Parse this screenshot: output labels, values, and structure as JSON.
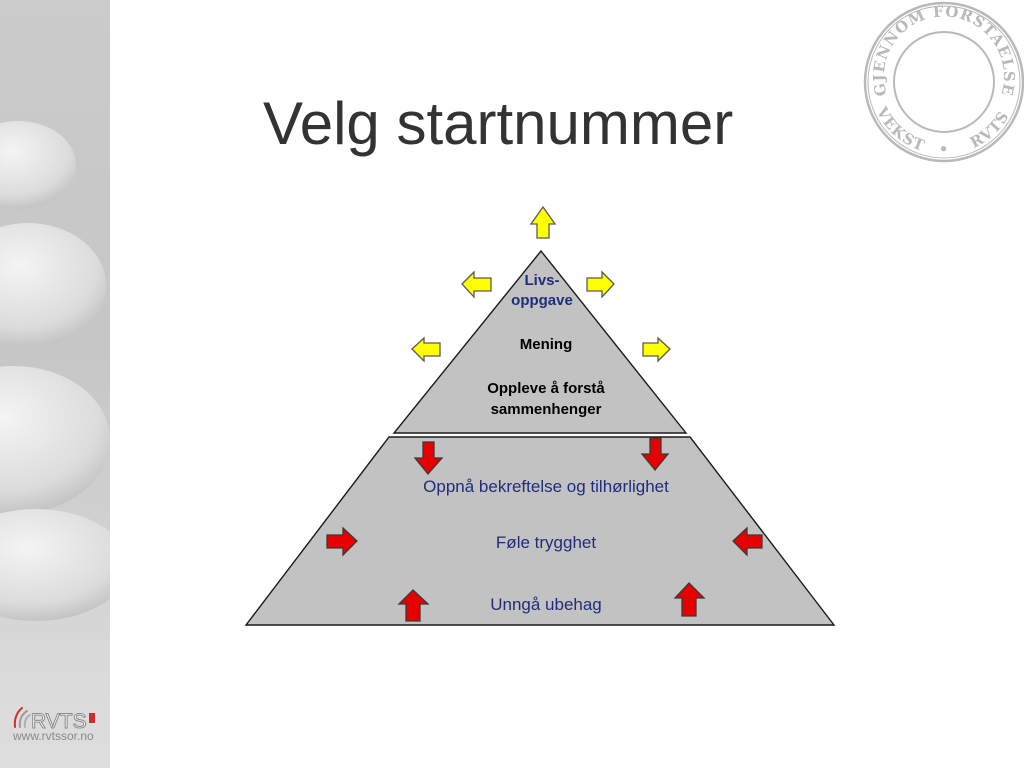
{
  "slide": {
    "title": "Velg startnummer"
  },
  "pyramid": {
    "upper_section": {
      "level_1": {
        "line_1": "Livs-",
        "line_2": "oppgave"
      },
      "level_2": {
        "line_1": "Mening"
      },
      "level_3": {
        "line_1": "Oppleve å forstå",
        "line_2": "sammenhenger"
      }
    },
    "lower_section": {
      "level_1": "Oppnå bekreftelse og tilhørlighet",
      "level_2": "Føle trygghet",
      "level_3": "Unngå ubehag"
    }
  },
  "arrows": {
    "upper_icons": [
      "arrow-up-icon",
      "arrow-left-icon",
      "arrow-right-icon",
      "arrow-left-icon",
      "arrow-right-icon"
    ],
    "lower_icons": [
      "arrow-down-icon",
      "arrow-down-icon",
      "arrow-right-icon",
      "arrow-left-icon",
      "arrow-up-icon",
      "arrow-up-icon"
    ]
  },
  "stamp": {
    "top_text": "GJENNOM FORSTAELSE",
    "bottom_left_text": "VEKST",
    "bottom_right_text": "RVTS",
    "separator": "•"
  },
  "footer": {
    "logo_text": "RVTS",
    "url": "www.rvtssor.no"
  },
  "colors": {
    "title": "#333333",
    "navy_text": "#1f2d7b",
    "pyramid_fill": "#c2c2c2",
    "yellow_arrow": "#ffff00",
    "red_arrow": "#e60000",
    "stamp": "#8c8c8c"
  }
}
